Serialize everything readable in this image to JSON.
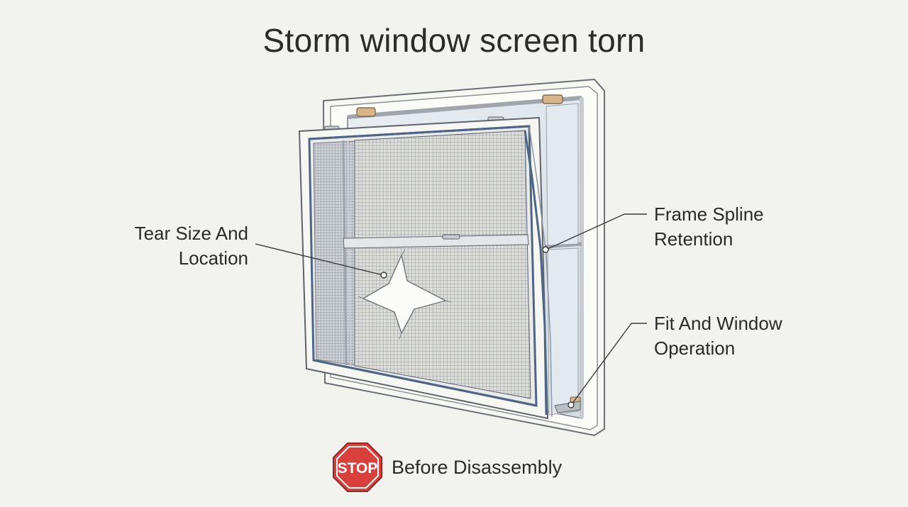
{
  "title": "Storm window screen torn",
  "callouts": {
    "tear": {
      "line1": "Tear Size And",
      "line2": "Location"
    },
    "spline": {
      "line1": "Frame Spline",
      "line2": "Retention"
    },
    "fit": {
      "line1": "Fit And Window",
      "line2": "Operation"
    }
  },
  "footer": {
    "stop_sign_text": "STOP",
    "label": "Before Disassembly",
    "stop_color": "#d9403b"
  },
  "icons": [
    "stop-sign-icon"
  ]
}
